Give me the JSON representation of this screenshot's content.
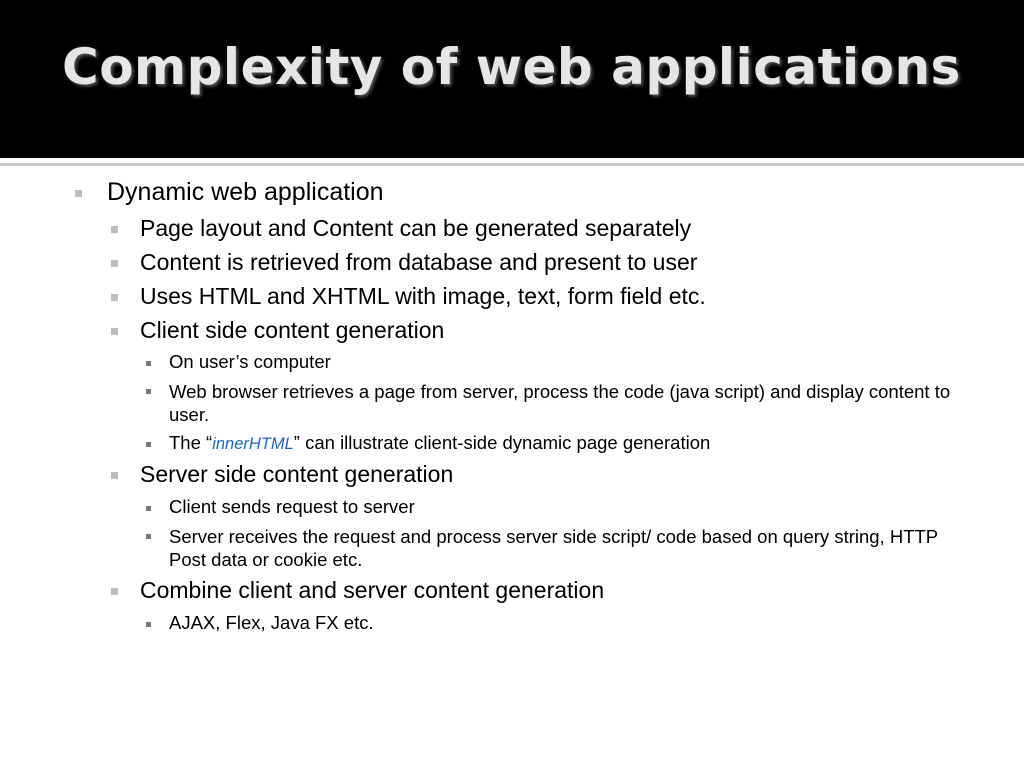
{
  "slide": {
    "title": "Complexity of web applications",
    "items": [
      {
        "level": 1,
        "text": "Dynamic web application"
      },
      {
        "level": 2,
        "text": "Page layout and Content can be generated separately"
      },
      {
        "level": 2,
        "text": "Content is retrieved from database and present to user"
      },
      {
        "level": 2,
        "text": "Uses HTML and XHTML with image, text, form field etc."
      },
      {
        "level": 2,
        "text": "Client side content generation"
      },
      {
        "level": 3,
        "text": "On user’s computer"
      },
      {
        "level": 3,
        "text": "Web browser retrieves a page from server, process the code (java script) and display content to user."
      },
      {
        "level": 3,
        "prefix": "The “",
        "link": "innerHTML",
        "suffix": "” can illustrate client-side dynamic page generation"
      },
      {
        "level": 2,
        "text": "Server side content generation"
      },
      {
        "level": 3,
        "text": "Client sends request to server"
      },
      {
        "level": 3,
        "text": "Server receives the request and process server side script/ code based on query string, HTTP Post data or cookie etc."
      },
      {
        "level": 2,
        "text": "Combine client and server content  generation"
      },
      {
        "level": 3,
        "text": "AJAX, Flex, Java FX etc."
      }
    ]
  },
  "colors": {
    "title_bar": "#000000",
    "title_text": "#e6e6e6",
    "link": "#1f66c2"
  }
}
